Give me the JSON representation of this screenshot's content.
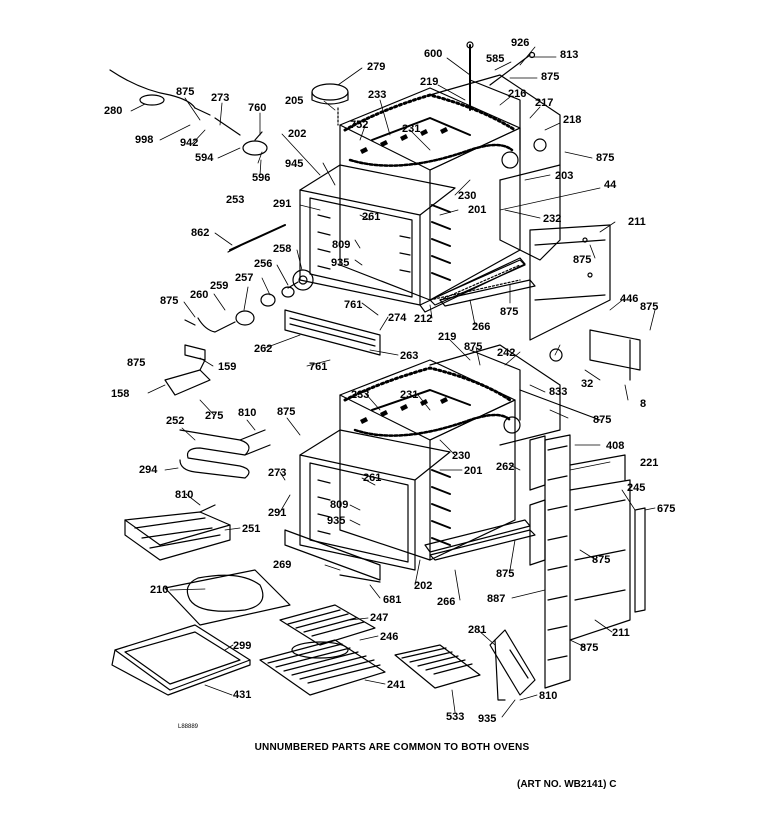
{
  "diagram": {
    "caption": "UNNUMBERED PARTS ARE COMMON TO BOTH OVENS",
    "art_number": "(ART NO. WB2141) C",
    "corner_code": "L88889",
    "labels": [
      {
        "id": "lbl-279",
        "text": "279"
      },
      {
        "id": "lbl-600",
        "text": "600"
      },
      {
        "id": "lbl-926",
        "text": "926"
      },
      {
        "id": "lbl-813",
        "text": "813"
      },
      {
        "id": "lbl-585",
        "text": "585"
      },
      {
        "id": "lbl-875-a",
        "text": "875"
      },
      {
        "id": "lbl-219-a",
        "text": "219"
      },
      {
        "id": "lbl-216",
        "text": "216"
      },
      {
        "id": "lbl-217",
        "text": "217"
      },
      {
        "id": "lbl-218",
        "text": "218"
      },
      {
        "id": "lbl-875-b",
        "text": "875"
      },
      {
        "id": "lbl-203",
        "text": "203"
      },
      {
        "id": "lbl-44",
        "text": "44"
      },
      {
        "id": "lbl-280",
        "text": "280"
      },
      {
        "id": "lbl-875-c",
        "text": "875"
      },
      {
        "id": "lbl-273-a",
        "text": "273"
      },
      {
        "id": "lbl-760",
        "text": "760"
      },
      {
        "id": "lbl-205",
        "text": "205"
      },
      {
        "id": "lbl-233-a",
        "text": "233"
      },
      {
        "id": "lbl-752",
        "text": "752"
      },
      {
        "id": "lbl-998",
        "text": "998"
      },
      {
        "id": "lbl-942",
        "text": "942"
      },
      {
        "id": "lbl-594",
        "text": "594"
      },
      {
        "id": "lbl-231-a",
        "text": "231"
      },
      {
        "id": "lbl-202-a",
        "text": "202"
      },
      {
        "id": "lbl-945",
        "text": "945"
      },
      {
        "id": "lbl-596",
        "text": "596"
      },
      {
        "id": "lbl-230-a",
        "text": "230"
      },
      {
        "id": "lbl-201-a",
        "text": "201"
      },
      {
        "id": "lbl-253",
        "text": "253"
      },
      {
        "id": "lbl-291-a",
        "text": "291"
      },
      {
        "id": "lbl-261-a",
        "text": "261"
      },
      {
        "id": "lbl-232",
        "text": "232"
      },
      {
        "id": "lbl-211-a",
        "text": "211"
      },
      {
        "id": "lbl-862",
        "text": "862"
      },
      {
        "id": "lbl-809-a",
        "text": "809"
      },
      {
        "id": "lbl-258",
        "text": "258"
      },
      {
        "id": "lbl-935-a",
        "text": "935"
      },
      {
        "id": "lbl-875-d",
        "text": "875"
      },
      {
        "id": "lbl-256",
        "text": "256"
      },
      {
        "id": "lbl-257",
        "text": "257"
      },
      {
        "id": "lbl-259",
        "text": "259"
      },
      {
        "id": "lbl-875-e",
        "text": "875"
      },
      {
        "id": "lbl-260",
        "text": "260"
      },
      {
        "id": "lbl-761-a",
        "text": "761"
      },
      {
        "id": "lbl-875-f",
        "text": "875"
      },
      {
        "id": "lbl-446",
        "text": "446"
      },
      {
        "id": "lbl-875-g",
        "text": "875"
      },
      {
        "id": "lbl-274",
        "text": "274"
      },
      {
        "id": "lbl-212",
        "text": "212"
      },
      {
        "id": "lbl-266-a",
        "text": "266"
      },
      {
        "id": "lbl-262-a",
        "text": "262"
      },
      {
        "id": "lbl-263",
        "text": "263"
      },
      {
        "id": "lbl-219-b",
        "text": "219"
      },
      {
        "id": "lbl-875-h",
        "text": "875"
      },
      {
        "id": "lbl-242",
        "text": "242"
      },
      {
        "id": "lbl-875-i",
        "text": "875"
      },
      {
        "id": "lbl-159-a",
        "text": "159"
      },
      {
        "id": "lbl-761-b",
        "text": "761"
      },
      {
        "id": "lbl-32",
        "text": "32"
      },
      {
        "id": "lbl-833",
        "text": "833"
      },
      {
        "id": "lbl-158",
        "text": "158"
      },
      {
        "id": "lbl-233-b",
        "text": "233"
      },
      {
        "id": "lbl-231-b",
        "text": "231"
      },
      {
        "id": "lbl-8",
        "text": "8"
      },
      {
        "id": "lbl-275",
        "text": "275"
      },
      {
        "id": "lbl-810-a",
        "text": "810"
      },
      {
        "id": "lbl-875-j",
        "text": "875"
      },
      {
        "id": "lbl-875-k",
        "text": "875"
      },
      {
        "id": "lbl-252",
        "text": "252"
      },
      {
        "id": "lbl-408",
        "text": "408"
      },
      {
        "id": "lbl-230-b",
        "text": "230"
      },
      {
        "id": "lbl-221",
        "text": "221"
      },
      {
        "id": "lbl-262-b",
        "text": "262"
      },
      {
        "id": "lbl-201-b",
        "text": "201"
      },
      {
        "id": "lbl-294",
        "text": "294"
      },
      {
        "id": "lbl-273-b",
        "text": "273"
      },
      {
        "id": "lbl-261-b",
        "text": "261"
      },
      {
        "id": "lbl-245",
        "text": "245"
      },
      {
        "id": "lbl-810-b",
        "text": "810"
      },
      {
        "id": "lbl-675",
        "text": "675"
      },
      {
        "id": "lbl-809-b",
        "text": "809"
      },
      {
        "id": "lbl-291-b",
        "text": "291"
      },
      {
        "id": "lbl-935-b",
        "text": "935"
      },
      {
        "id": "lbl-251",
        "text": "251"
      },
      {
        "id": "lbl-875-l",
        "text": "875"
      },
      {
        "id": "lbl-269",
        "text": "269"
      },
      {
        "id": "lbl-875-m",
        "text": "875"
      },
      {
        "id": "lbl-210",
        "text": "210"
      },
      {
        "id": "lbl-202-b",
        "text": "202"
      },
      {
        "id": "lbl-887",
        "text": "887"
      },
      {
        "id": "lbl-681",
        "text": "681"
      },
      {
        "id": "lbl-266-b",
        "text": "266"
      },
      {
        "id": "lbl-247",
        "text": "247"
      },
      {
        "id": "lbl-211-b",
        "text": "211"
      },
      {
        "id": "lbl-246",
        "text": "246"
      },
      {
        "id": "lbl-281",
        "text": "281"
      },
      {
        "id": "lbl-299",
        "text": "299"
      },
      {
        "id": "lbl-875-n",
        "text": "875"
      },
      {
        "id": "lbl-241",
        "text": "241"
      },
      {
        "id": "lbl-431",
        "text": "431"
      },
      {
        "id": "lbl-810-c",
        "text": "810"
      },
      {
        "id": "lbl-533",
        "text": "533"
      },
      {
        "id": "lbl-935-c",
        "text": "935"
      }
    ]
  }
}
